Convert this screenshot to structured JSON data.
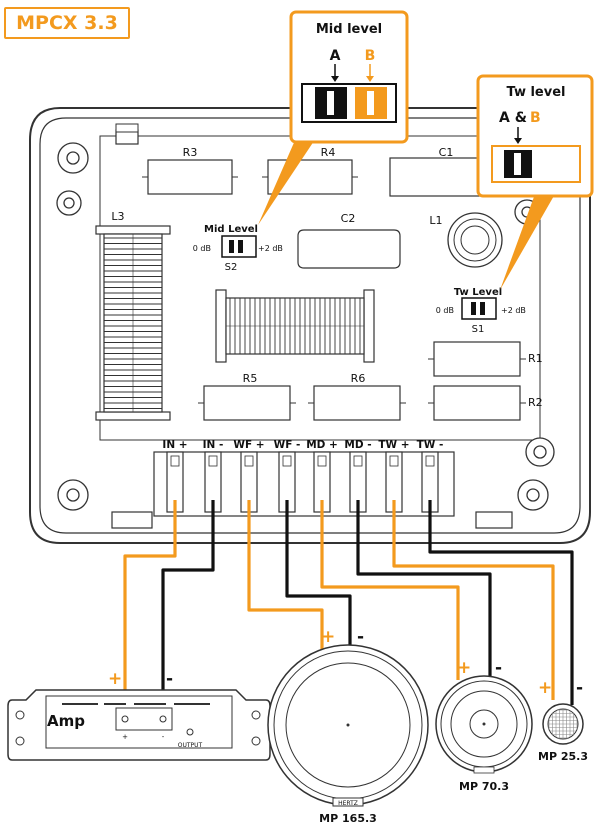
{
  "title": "MPCX 3.3",
  "colors": {
    "orange": "#f39a1e",
    "black": "#111111",
    "board_outline": "#333333"
  },
  "callout_mid": {
    "title": "Mid level",
    "label_a": "A",
    "label_b": "B"
  },
  "callout_tw": {
    "title": "Tw level",
    "label_ab": "A &",
    "label_b": "B"
  },
  "board": {
    "components": {
      "r3": "R3",
      "r4": "R4",
      "c1": "C1",
      "l3": "L3",
      "c2": "C2",
      "l1": "L1",
      "r5": "R5",
      "r6": "R6",
      "r1": "R1",
      "r2": "R2"
    },
    "switch_mid": {
      "label": "Mid Level",
      "left": "0 dB",
      "right": "+2 dB",
      "id": "S2"
    },
    "switch_tw": {
      "label": "Tw Level",
      "left": "0 dB",
      "right": "+2 dB",
      "id": "S1"
    },
    "terminals": [
      "IN +",
      "IN -",
      "WF +",
      "WF -",
      "MD +",
      "MD -",
      "TW +",
      "TW -"
    ]
  },
  "amp": {
    "label": "Amp",
    "output": "OUTPUT",
    "plus": "+",
    "minus": "-"
  },
  "polarity": {
    "plus": "+",
    "minus": "-"
  },
  "speakers": {
    "woofer": "MP 165.3",
    "mid": "MP 70.3",
    "tweeter": "MP 25.3",
    "brand": "HERTZ"
  }
}
